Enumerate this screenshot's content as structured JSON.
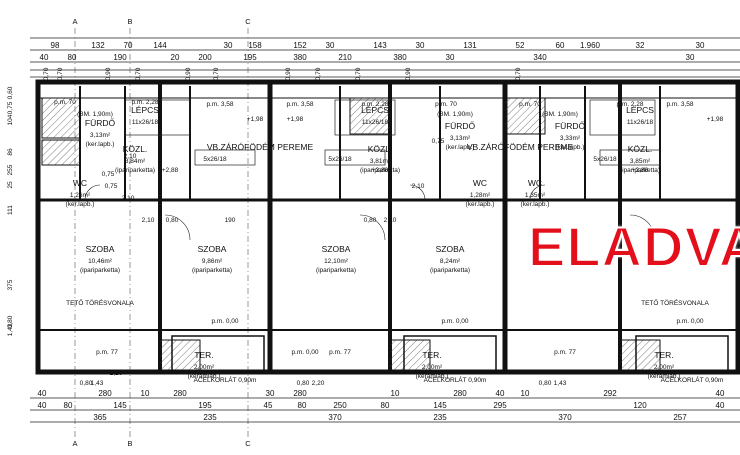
{
  "stamp": "ELADVA",
  "axes": [
    "A",
    "B",
    "C"
  ],
  "top_dims_row1": [
    "98",
    "132",
    "70",
    "144",
    "30",
    "158",
    "152",
    "30",
    "143",
    "30",
    "131",
    "52",
    "60",
    "1.960",
    "32",
    "30"
  ],
  "top_dims_row2": [
    "40",
    "80",
    "190",
    "20",
    "200",
    "195",
    "380",
    "210",
    "380",
    "30",
    "340",
    "30"
  ],
  "top_small": [
    "0,70",
    "0,70",
    "0,90",
    "0,70",
    "0,90",
    "0,70",
    "0,90",
    "0,70",
    "0,70",
    "0,90",
    "0,70"
  ],
  "left_dims": [
    "0,60",
    "0,75",
    "104",
    "86",
    "255",
    "25",
    "111",
    "375",
    "0,80",
    "1,43"
  ],
  "rooms": [
    {
      "name": "FÜRDŐ",
      "area": "3,13m²",
      "finish": "(ker.lapb.)"
    },
    {
      "name": "LÉPCS",
      "area": "11x26/18",
      "finish": ""
    },
    {
      "name": "KÖZL.",
      "area": "3,84m²",
      "finish": "(ipariparketta)"
    },
    {
      "name": "VB.ZÁRÓFÖDÉM PEREME",
      "area": "",
      "finish": ""
    },
    {
      "name": "LÉPCS",
      "area": "11x26/18",
      "finish": ""
    },
    {
      "name": "KÖZL.",
      "area": "3,81m²",
      "finish": "(ipariparketta)"
    },
    {
      "name": "FÜRDŐ",
      "area": "3,13m²",
      "finish": "(ker.lapb.)"
    },
    {
      "name": "VB.ZÁRÓFÖDÉM PEREME",
      "area": "",
      "finish": ""
    },
    {
      "name": "FÜRDŐ",
      "area": "3,33m²",
      "finish": "(ker.lapb.)"
    },
    {
      "name": "LÉPCS",
      "area": "11x26/18",
      "finish": ""
    },
    {
      "name": "KÖZL.",
      "area": "3,85m²",
      "finish": "(ipariparketta)"
    },
    {
      "name": "WC",
      "area": "1,26m²",
      "finish": "(ker.lapb.)"
    },
    {
      "name": "WC",
      "area": "1,28m²",
      "finish": "(ker.lapb.)"
    },
    {
      "name": "WC",
      "area": "1,35m²",
      "finish": "(ker.lapb.)"
    },
    {
      "name": "SZOBA",
      "area": "10,46m²",
      "finish": "(ipariparketta)"
    },
    {
      "name": "SZOBA",
      "area": "9,86m²",
      "finish": "(ipariparketta)"
    },
    {
      "name": "SZOBA",
      "area": "12,10m²",
      "finish": "(ipariparketta)"
    },
    {
      "name": "SZOBA",
      "area": "8,24m²",
      "finish": "(ipariparketta)"
    },
    {
      "name": "TER.",
      "area": "2,00m²",
      "finish": "(kerámiab.)"
    },
    {
      "name": "TER.",
      "area": "2,00m²",
      "finish": "(kerámiab.)"
    },
    {
      "name": "TER.",
      "area": "2,00m²",
      "finish": "(kerámiab.)"
    }
  ],
  "labels": {
    "teto1": "TETŐ TÖRÉSVONALA",
    "teto2": "TETŐ TÖRÉSVONALA",
    "acel1": "ACÉLKORLÁT 0,90m",
    "acel2": "ACÉLKORLÁT 0,90m",
    "acel3": "ACÉLKORLÁT 0,90m",
    "bm1": "(BM. 1,90m)",
    "bm2": "(BM. 1,90m)",
    "bm3": "(BM. 1,90m)",
    "pm70a": "p.m. 70",
    "pm70b": "p.m. 70",
    "pm70c": "p.m. 70",
    "pm77a": "p.m. 77",
    "pm77b": "p.m. 77",
    "pm77c": "p.m. 77",
    "pm000a": "p.m. 0,00",
    "pm000b": "p.m. 0,00",
    "pm000c": "p.m. 0,00",
    "pm000d": "p.m. 0,00",
    "lvl1": "+1,98",
    "lvl2": "+1,98",
    "lvl3": "+1,98",
    "lvl4": "+2,88",
    "lvl5": "+2,88",
    "lvl6": "+2,88",
    "st1": "5x26/18",
    "st2": "5x26/18",
    "st3": "5x26/18",
    "pm358a": "p.m. 3,58",
    "pm358b": "p.m. 3,58",
    "pm358c": "p.m. 3,58",
    "pm228a": "p.m. 2,28",
    "pm228b": "p.m. 2,28",
    "pm228c": "p.m. 2,28"
  },
  "bottom_dims_row1": [
    "40",
    "280",
    "10",
    "280",
    "30",
    "280",
    "10",
    "280",
    "40",
    "10",
    "292",
    "40"
  ],
  "bottom_dims_row2": [
    "40",
    "80",
    "145",
    "195",
    "45",
    "80",
    "250",
    "80",
    "145",
    "295",
    "120",
    "40"
  ],
  "bottom_dims_row3": [
    "365",
    "235",
    "370",
    "235",
    "370",
    "257"
  ],
  "misc_dims": [
    "0,75",
    "2,10",
    "0,75",
    "2,10",
    "0,75",
    "2,10",
    "0,80",
    "2,10",
    "0,80",
    "2,10",
    "190",
    "1,43",
    "0,80",
    "2,20",
    "0,80",
    "2,20",
    "1,43",
    "0,80"
  ]
}
